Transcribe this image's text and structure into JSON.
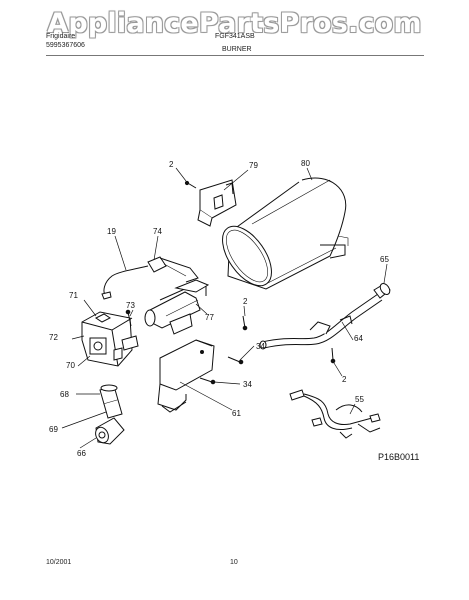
{
  "watermark": "AppliancePartsPros.com",
  "header": {
    "brand": "Frigidaire",
    "publication": "5995367606",
    "model": "FGF341ASB",
    "section_title": "BURNER"
  },
  "footer": {
    "date": "10/2001",
    "page_number": "10"
  },
  "drawing_code": "P16B0011",
  "callouts": {
    "c2a": "2",
    "c79": "79",
    "c80": "80",
    "c19": "19",
    "c74": "74",
    "c65": "65",
    "c71": "71",
    "c73": "73",
    "c2b": "2",
    "c77": "77",
    "c72": "72",
    "c64": "64",
    "c70": "70",
    "c34a": "34",
    "c2c": "2",
    "c34b": "34",
    "c68": "68",
    "c61": "61",
    "c55": "55",
    "c69": "69",
    "c66": "66"
  }
}
